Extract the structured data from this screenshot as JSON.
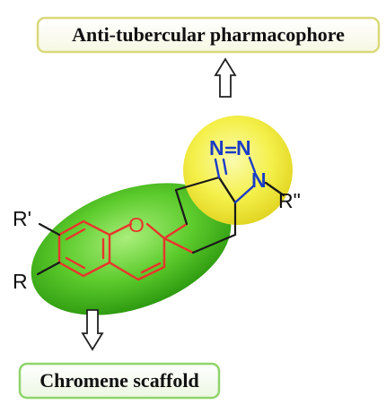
{
  "top_box": {
    "label": "Anti-tubercular pharmacophore"
  },
  "bottom_box": {
    "label": "Chromene scaffold"
  },
  "atoms": {
    "n1": "N",
    "n2": "N",
    "n3": "N",
    "oxygen": "O",
    "r_prime": "R'",
    "r": "R",
    "r_double_prime": "R\""
  },
  "colors": {
    "box_border": "#d9d97a",
    "box_border_bottom": "#8fd46a",
    "bond_red": "#e8352b",
    "bond_black": "#1a1a1a",
    "nitrogen_blue": "#1a3cc8",
    "green_ellipse": "#3fb61a",
    "yellow_circle": "#f2f23a"
  }
}
